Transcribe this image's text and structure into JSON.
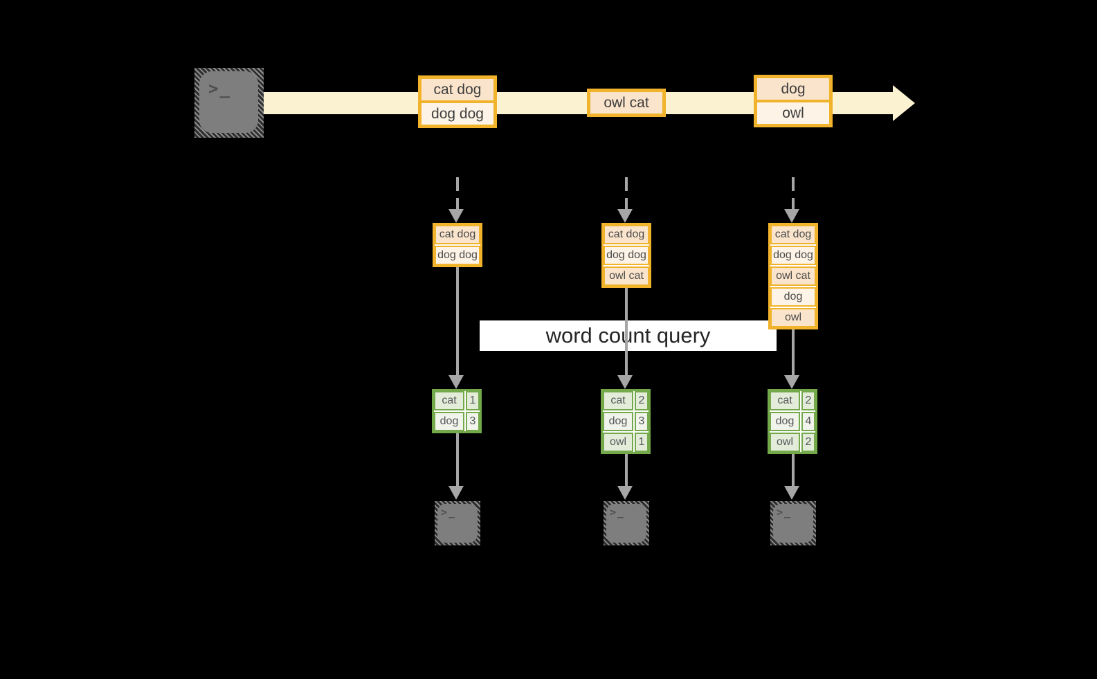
{
  "title_banner": "word count query",
  "terminal_glyph": ">_",
  "colors": {
    "background": "#000000",
    "accent_gold": "#F1B32B",
    "cell_peach": "#FAE4CB",
    "cell_cream": "#FDF3E6",
    "stream_band": "#FBF2D2",
    "accent_green": "#74A94B",
    "cell_green_dark": "#E3EBD9",
    "cell_green_light": "#F0F4EB",
    "arrow_gray": "#A6A6A6",
    "banner_bg": "#FFFFFF"
  },
  "stream": {
    "batches": [
      {
        "rows": [
          "cat dog",
          "dog dog"
        ]
      },
      {
        "rows": [
          "owl cat"
        ]
      },
      {
        "rows": [
          "dog",
          "owl"
        ]
      }
    ]
  },
  "columns": [
    {
      "unbounded_rows": [
        "cat dog",
        "dog dog"
      ],
      "counts": [
        [
          "cat",
          "1"
        ],
        [
          "dog",
          "3"
        ]
      ]
    },
    {
      "unbounded_rows": [
        "cat dog",
        "dog dog",
        "owl cat"
      ],
      "counts": [
        [
          "cat",
          "2"
        ],
        [
          "dog",
          "3"
        ],
        [
          "owl",
          "1"
        ]
      ]
    },
    {
      "unbounded_rows": [
        "cat dog",
        "dog dog",
        "owl cat",
        "dog",
        "owl"
      ],
      "counts": [
        [
          "cat",
          "2"
        ],
        [
          "dog",
          "4"
        ],
        [
          "owl",
          "2"
        ]
      ]
    }
  ]
}
